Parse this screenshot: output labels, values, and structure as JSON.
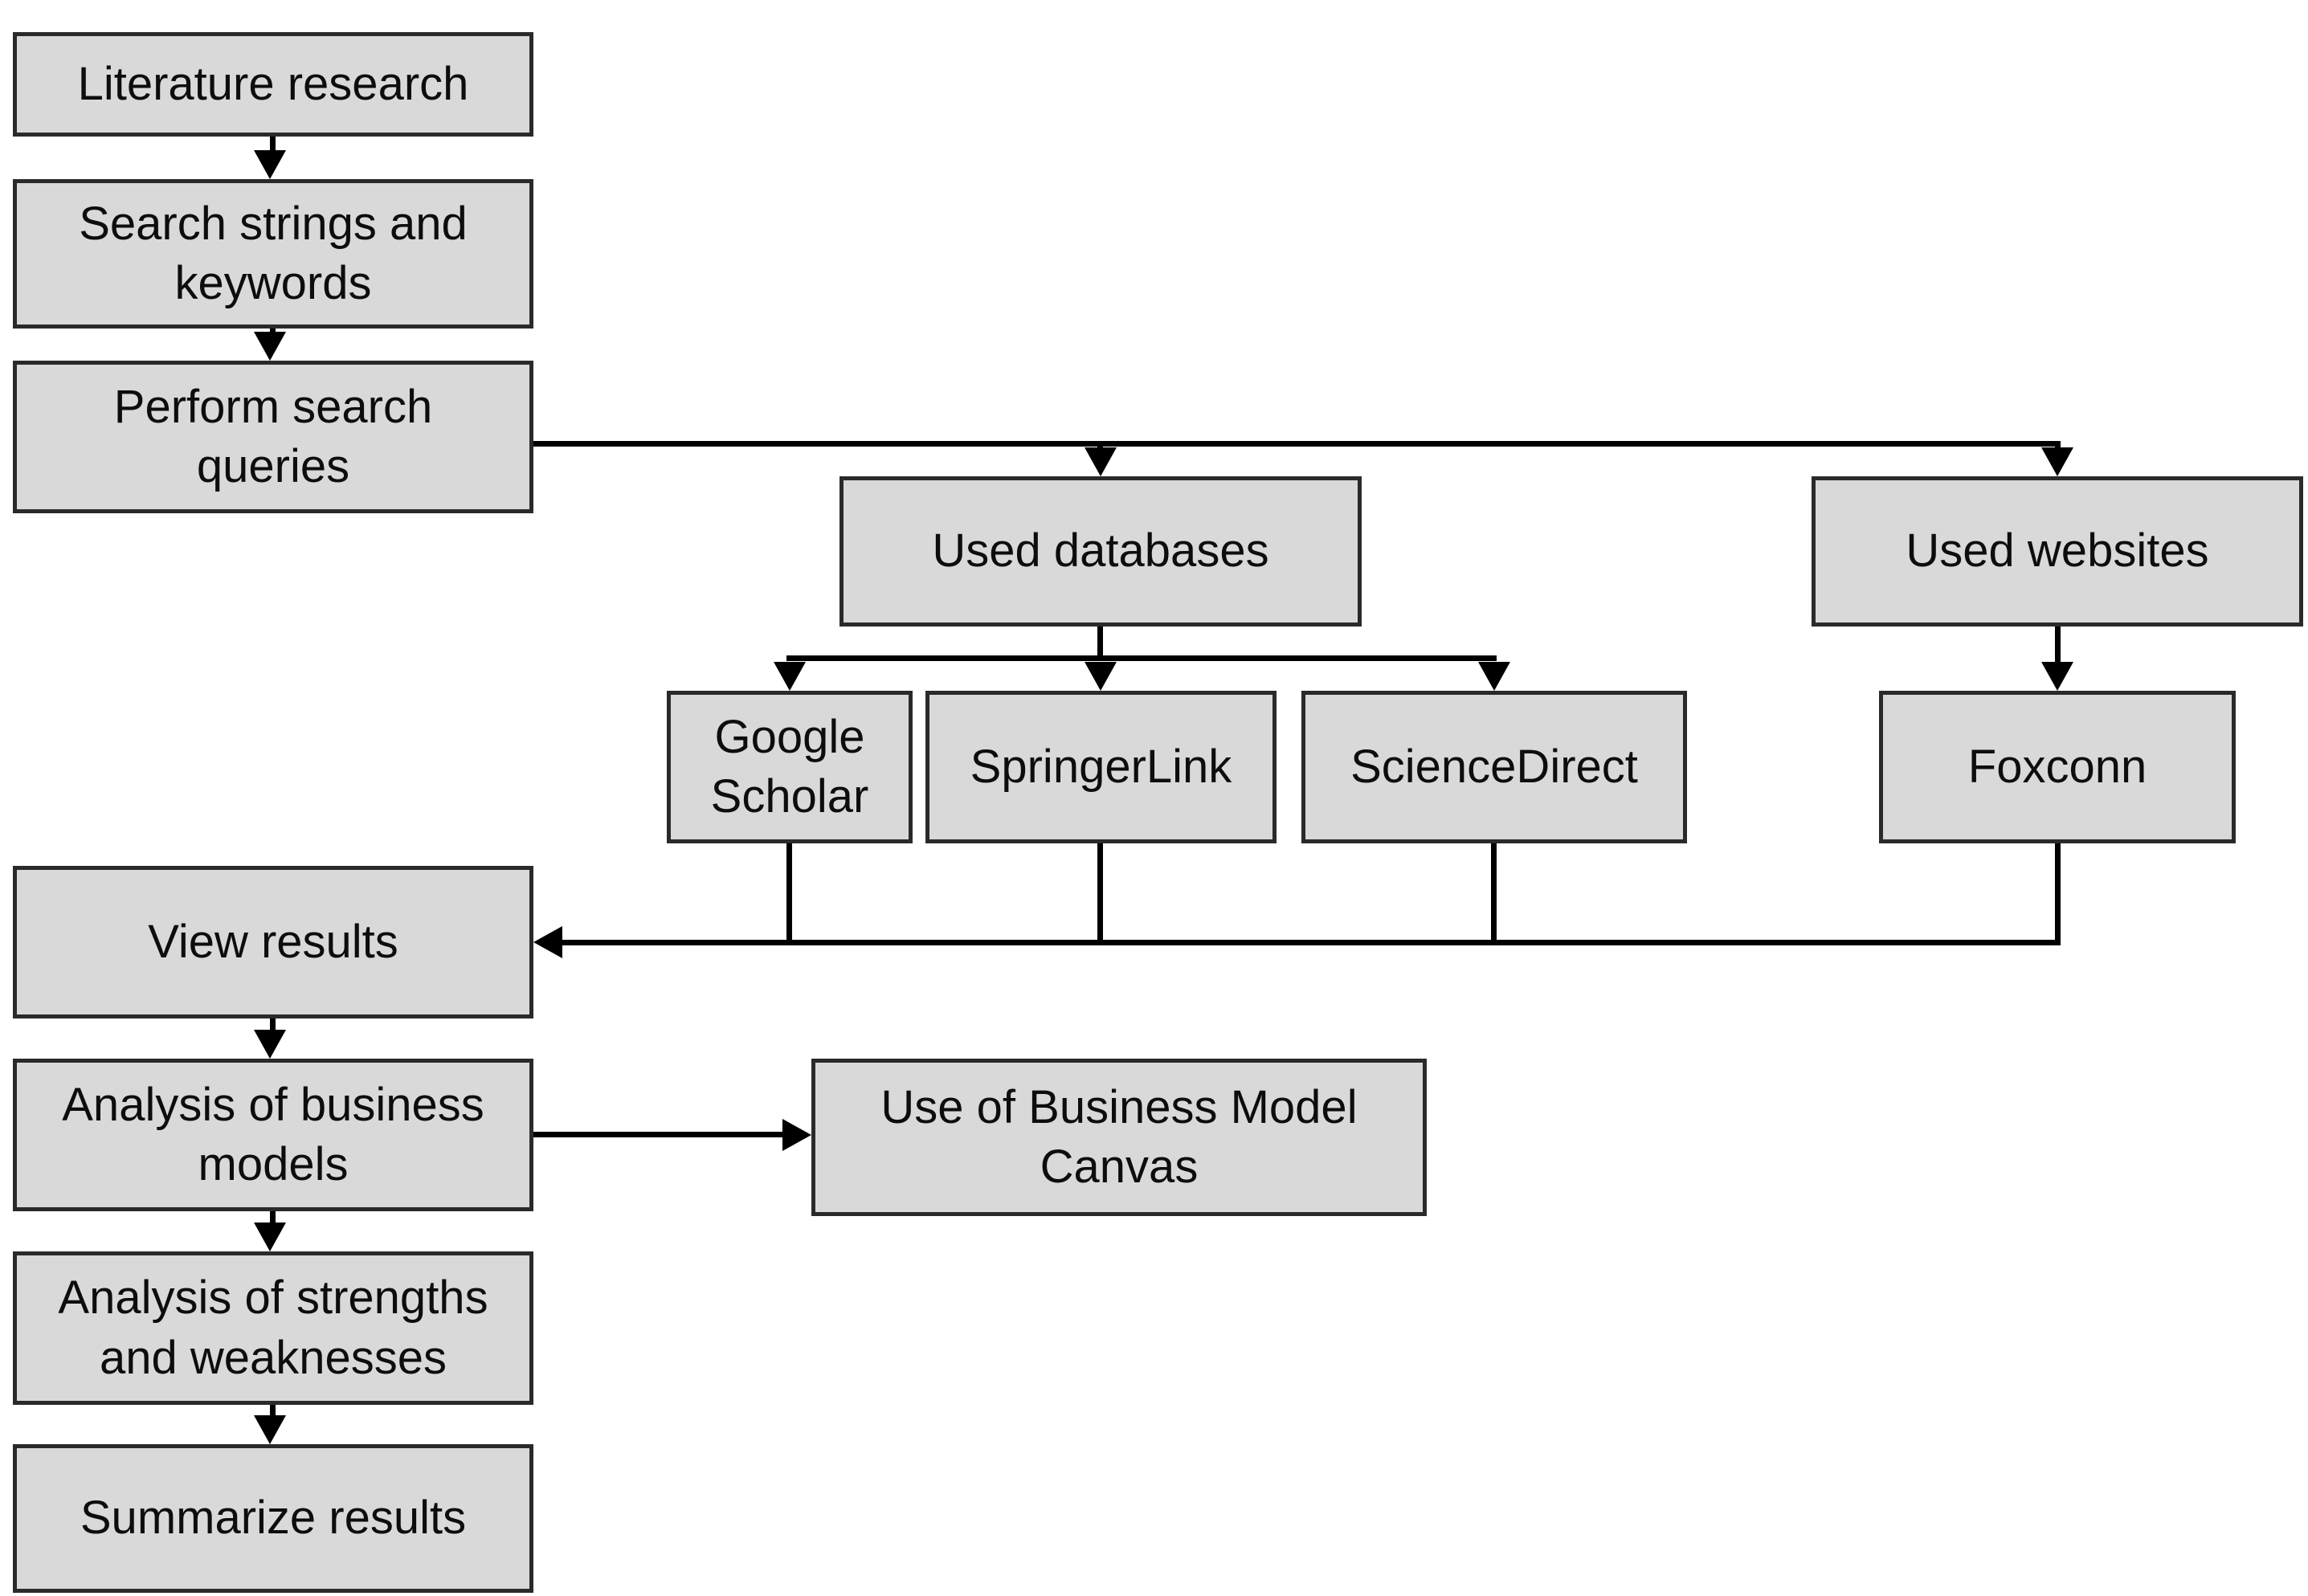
{
  "nodes": {
    "literature_research": {
      "label": "Literature research"
    },
    "search_strings": {
      "label": "Search strings and\nkeywords"
    },
    "perform_search": {
      "label": "Perform search\nqueries"
    },
    "used_databases": {
      "label": "Used databases"
    },
    "google_scholar": {
      "label": "Google\nScholar"
    },
    "springer_link": {
      "label": "SpringerLink"
    },
    "science_direct": {
      "label": "ScienceDirect"
    },
    "used_websites": {
      "label": "Used websites"
    },
    "foxconn": {
      "label": "Foxconn"
    },
    "view_results": {
      "label": "View results"
    },
    "analysis_business": {
      "label": "Analysis of business\nmodels"
    },
    "business_model_canvas": {
      "label": "Use of Business Model\nCanvas"
    },
    "analysis_strengths": {
      "label": "Analysis of strengths\nand weaknesses"
    },
    "summarize_results": {
      "label": "Summarize results"
    }
  },
  "edges": [
    {
      "from": "literature_research",
      "to": "search_strings"
    },
    {
      "from": "search_strings",
      "to": "perform_search"
    },
    {
      "from": "perform_search",
      "to": "used_databases"
    },
    {
      "from": "perform_search",
      "to": "used_websites"
    },
    {
      "from": "used_databases",
      "to": "google_scholar"
    },
    {
      "from": "used_databases",
      "to": "springer_link"
    },
    {
      "from": "used_databases",
      "to": "science_direct"
    },
    {
      "from": "used_websites",
      "to": "foxconn"
    },
    {
      "from": "google_scholar",
      "to": "view_results"
    },
    {
      "from": "springer_link",
      "to": "view_results"
    },
    {
      "from": "science_direct",
      "to": "view_results"
    },
    {
      "from": "foxconn",
      "to": "view_results"
    },
    {
      "from": "view_results",
      "to": "analysis_business"
    },
    {
      "from": "analysis_business",
      "to": "business_model_canvas"
    },
    {
      "from": "analysis_business",
      "to": "analysis_strengths"
    },
    {
      "from": "analysis_strengths",
      "to": "summarize_results"
    }
  ],
  "theme": {
    "node_fill": "#d9d9d9",
    "node_border": "#2a2a2a",
    "line_color": "#000000",
    "text_color": "#0d0d0d",
    "background": "#ffffff"
  }
}
